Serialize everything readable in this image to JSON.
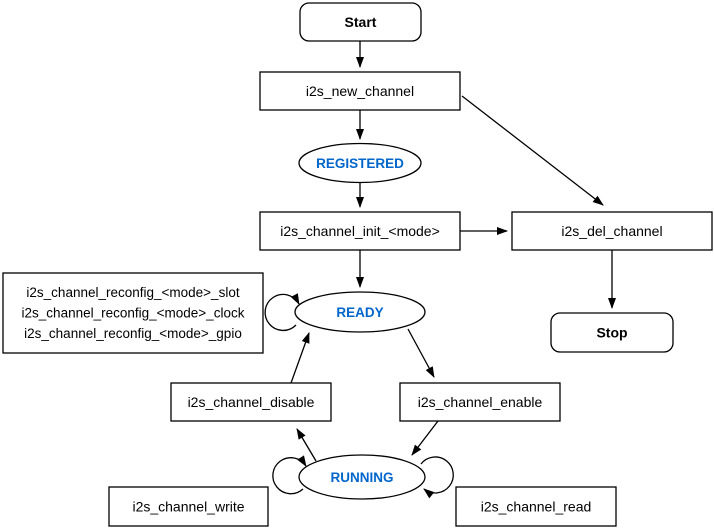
{
  "colors": {
    "state_text": "#0066CC",
    "line": "#000000",
    "node_fill": "#ffffff",
    "background": "#ffffff"
  },
  "nodes": {
    "start": {
      "label": "Start"
    },
    "new_channel": {
      "label": "i2s_new_channel"
    },
    "registered": {
      "label": "REGISTERED"
    },
    "init": {
      "label": "i2s_channel_init_<mode>"
    },
    "del_channel": {
      "label": "i2s_del_channel"
    },
    "stop": {
      "label": "Stop"
    },
    "reconfig": {
      "lines": [
        "i2s_channel_reconfig_<mode>_slot",
        "i2s_channel_reconfig_<mode>_clock",
        "i2s_channel_reconfig_<mode>_gpio"
      ]
    },
    "ready": {
      "label": "READY"
    },
    "disable": {
      "label": "i2s_channel_disable"
    },
    "enable": {
      "label": "i2s_channel_enable"
    },
    "running": {
      "label": "RUNNING"
    },
    "write": {
      "label": "i2s_channel_write"
    },
    "read": {
      "label": "i2s_channel_read"
    }
  }
}
